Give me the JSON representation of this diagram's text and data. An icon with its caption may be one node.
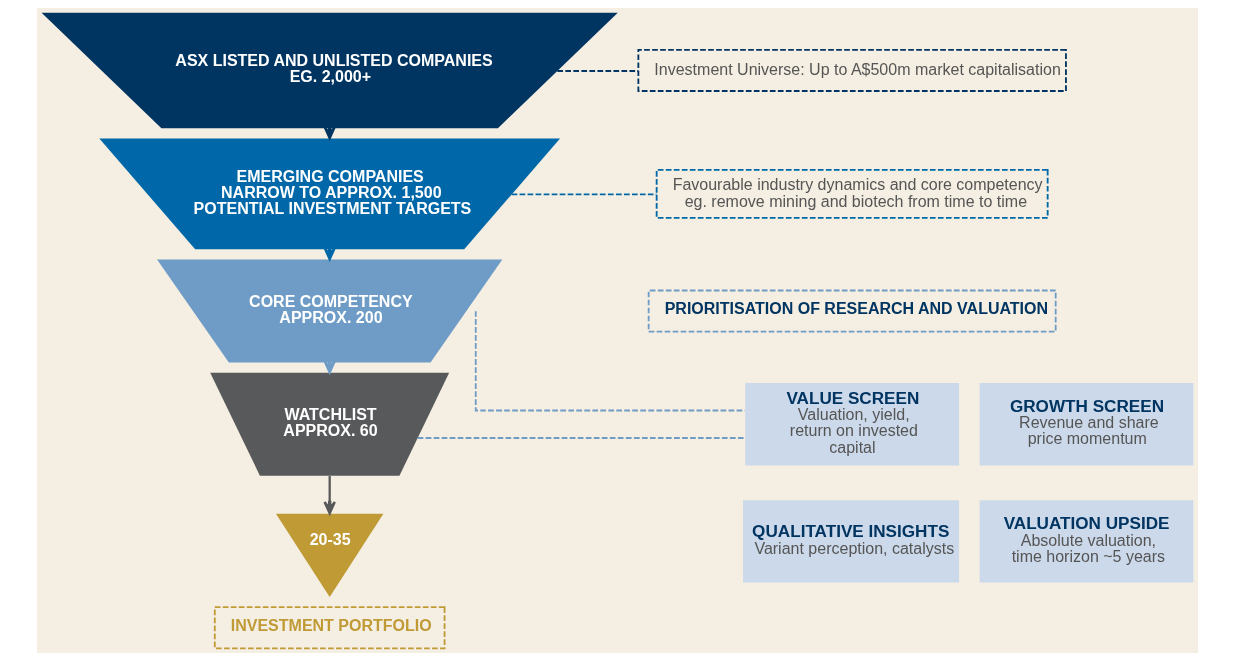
{
  "diagram": {
    "nodes": [
      {
        "text": [
          "ASX LISTED AND UNLISTED COMPANIES",
          "EG. 2,000+"
        ]
      },
      {
        "text": [
          "EMERGING COMPANIES",
          "NARROW TO APPROX. 1,500",
          "POTENTIAL INVESTMENT TARGETS"
        ]
      },
      {
        "text": [
          "CORE COMPETENCY",
          "APPROX. 200"
        ]
      },
      {
        "text": [
          "WATCHLIST",
          "APPROX. 60"
        ]
      },
      {
        "text": [
          "20-35"
        ]
      },
      {
        "text": [
          "INVESTMENT PORTFOLIO"
        ]
      },
      {
        "text": [
          "Investment Universe: Up to A$500m market capitalisation"
        ]
      },
      {
        "text": [
          "Favourable industry dynamics and core competency eg. remove mining and biotech from time to time"
        ]
      },
      {
        "text": [
          "PRIORITISATION OF RESEARCH AND VALUATION"
        ]
      },
      {
        "text": [
          "VALUE SCREEN",
          "Valuation, yield, return on invested capital"
        ]
      },
      {
        "text": [
          "GROWTH SCREEN",
          "Revenue and share price momentum"
        ]
      },
      {
        "text": [
          "QUALITATIVE INSIGHTS",
          "Variant perception, catalysts"
        ]
      },
      {
        "text": [
          "VALUATION UPSIDE",
          "Absolute valuation, time horizon ~5 years"
        ]
      }
    ],
    "edges": [
      {
        "from": 0,
        "to": 1,
        "arrow": "to",
        "color": "#003461"
      },
      {
        "from": 1,
        "to": 2,
        "arrow": "to",
        "color": "#0068a8"
      },
      {
        "from": 2,
        "to": 3,
        "arrow": "to",
        "color": "#6f9cc6"
      },
      {
        "from": 3,
        "to": 4,
        "arrow": "to",
        "color": "#58595b"
      },
      {
        "from": 0,
        "to": 6,
        "arrow": "none",
        "style": "dashed",
        "color": "#003461"
      },
      {
        "from": 1,
        "to": 7,
        "arrow": "none",
        "style": "dashed",
        "color": "#0068a8"
      },
      {
        "from": 2,
        "to": 9,
        "arrow": "none",
        "style": "dashed",
        "color": "#6f9cc6"
      },
      {
        "from": 3,
        "to": 9,
        "arrow": "none",
        "style": "dashed",
        "color": "#6f9cc6"
      }
    ]
  }
}
